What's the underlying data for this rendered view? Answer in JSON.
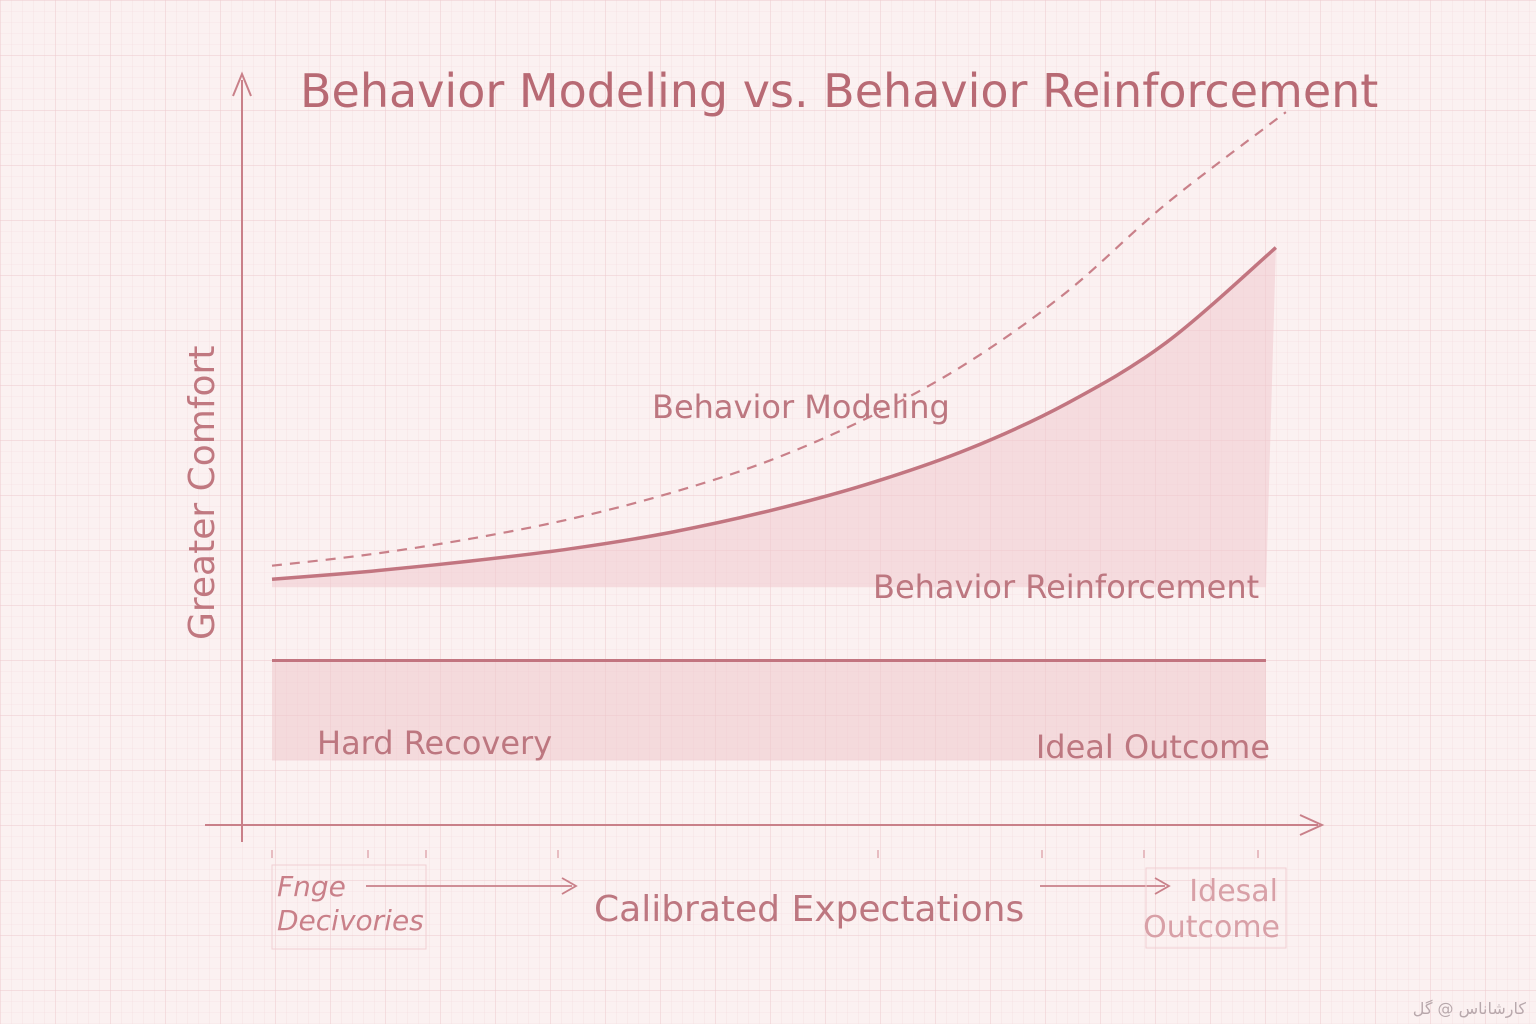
{
  "chart_data": {
    "type": "area",
    "title": "Behavior Modeling vs. Behavior Reinforcement",
    "ylabel": "Greater Comfort",
    "xlabel": "Calibrated Expectations",
    "x_range": [
      0,
      10
    ],
    "y_range": [
      0,
      10
    ],
    "grid": true,
    "series": [
      {
        "name": "Behavior Modeling",
        "style": "dashed",
        "x": [
          0,
          1,
          2,
          3,
          4,
          5,
          6,
          7,
          8,
          9,
          10.2
        ],
        "y": [
          3.8,
          3.97,
          4.2,
          4.49,
          4.87,
          5.35,
          5.99,
          6.8,
          7.85,
          9.15,
          10.5
        ]
      },
      {
        "name": "Behavior Reinforcement",
        "style": "solid-filled",
        "x": [
          0,
          1,
          2,
          3,
          4,
          5,
          6,
          7,
          8,
          9,
          10.1
        ],
        "y": [
          3.6,
          3.72,
          3.87,
          4.05,
          4.29,
          4.61,
          5.01,
          5.52,
          6.2,
          7.1,
          8.5
        ]
      },
      {
        "name": "Hard Recovery",
        "style": "flat-filled",
        "x": [
          0,
          10
        ],
        "y": [
          2.4,
          2.4
        ]
      }
    ],
    "annotations": {
      "ideal_outcome": "Ideal Outcome",
      "x_start_label": [
        "Fnge",
        "Decivories"
      ],
      "x_end_label": [
        "Idesal",
        "Outcome"
      ]
    }
  },
  "watermark": "ﻛﺎﺭﺷﺎﻧﺎﺱ @ ﮔﻞ"
}
